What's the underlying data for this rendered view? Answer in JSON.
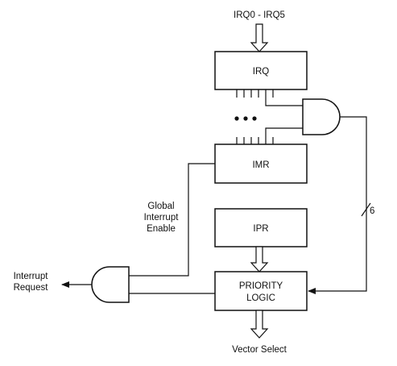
{
  "blocks": {
    "irq": "IRQ",
    "imr": "IMR",
    "ipr": "IPR",
    "priority_line1": "PRIORITY",
    "priority_line2": "LOGIC"
  },
  "signals": {
    "irq_input": "IRQ0 - IRQ5",
    "global_enable_line1": "Global",
    "global_enable_line2": "Interrupt",
    "global_enable_line3": "Enable",
    "interrupt_request_line1": "Interrupt",
    "interrupt_request_line2": "Request",
    "vector_select": "Vector Select",
    "bus_width": "6"
  },
  "colors": {
    "line": "#111111",
    "fill": "#ffffff"
  }
}
